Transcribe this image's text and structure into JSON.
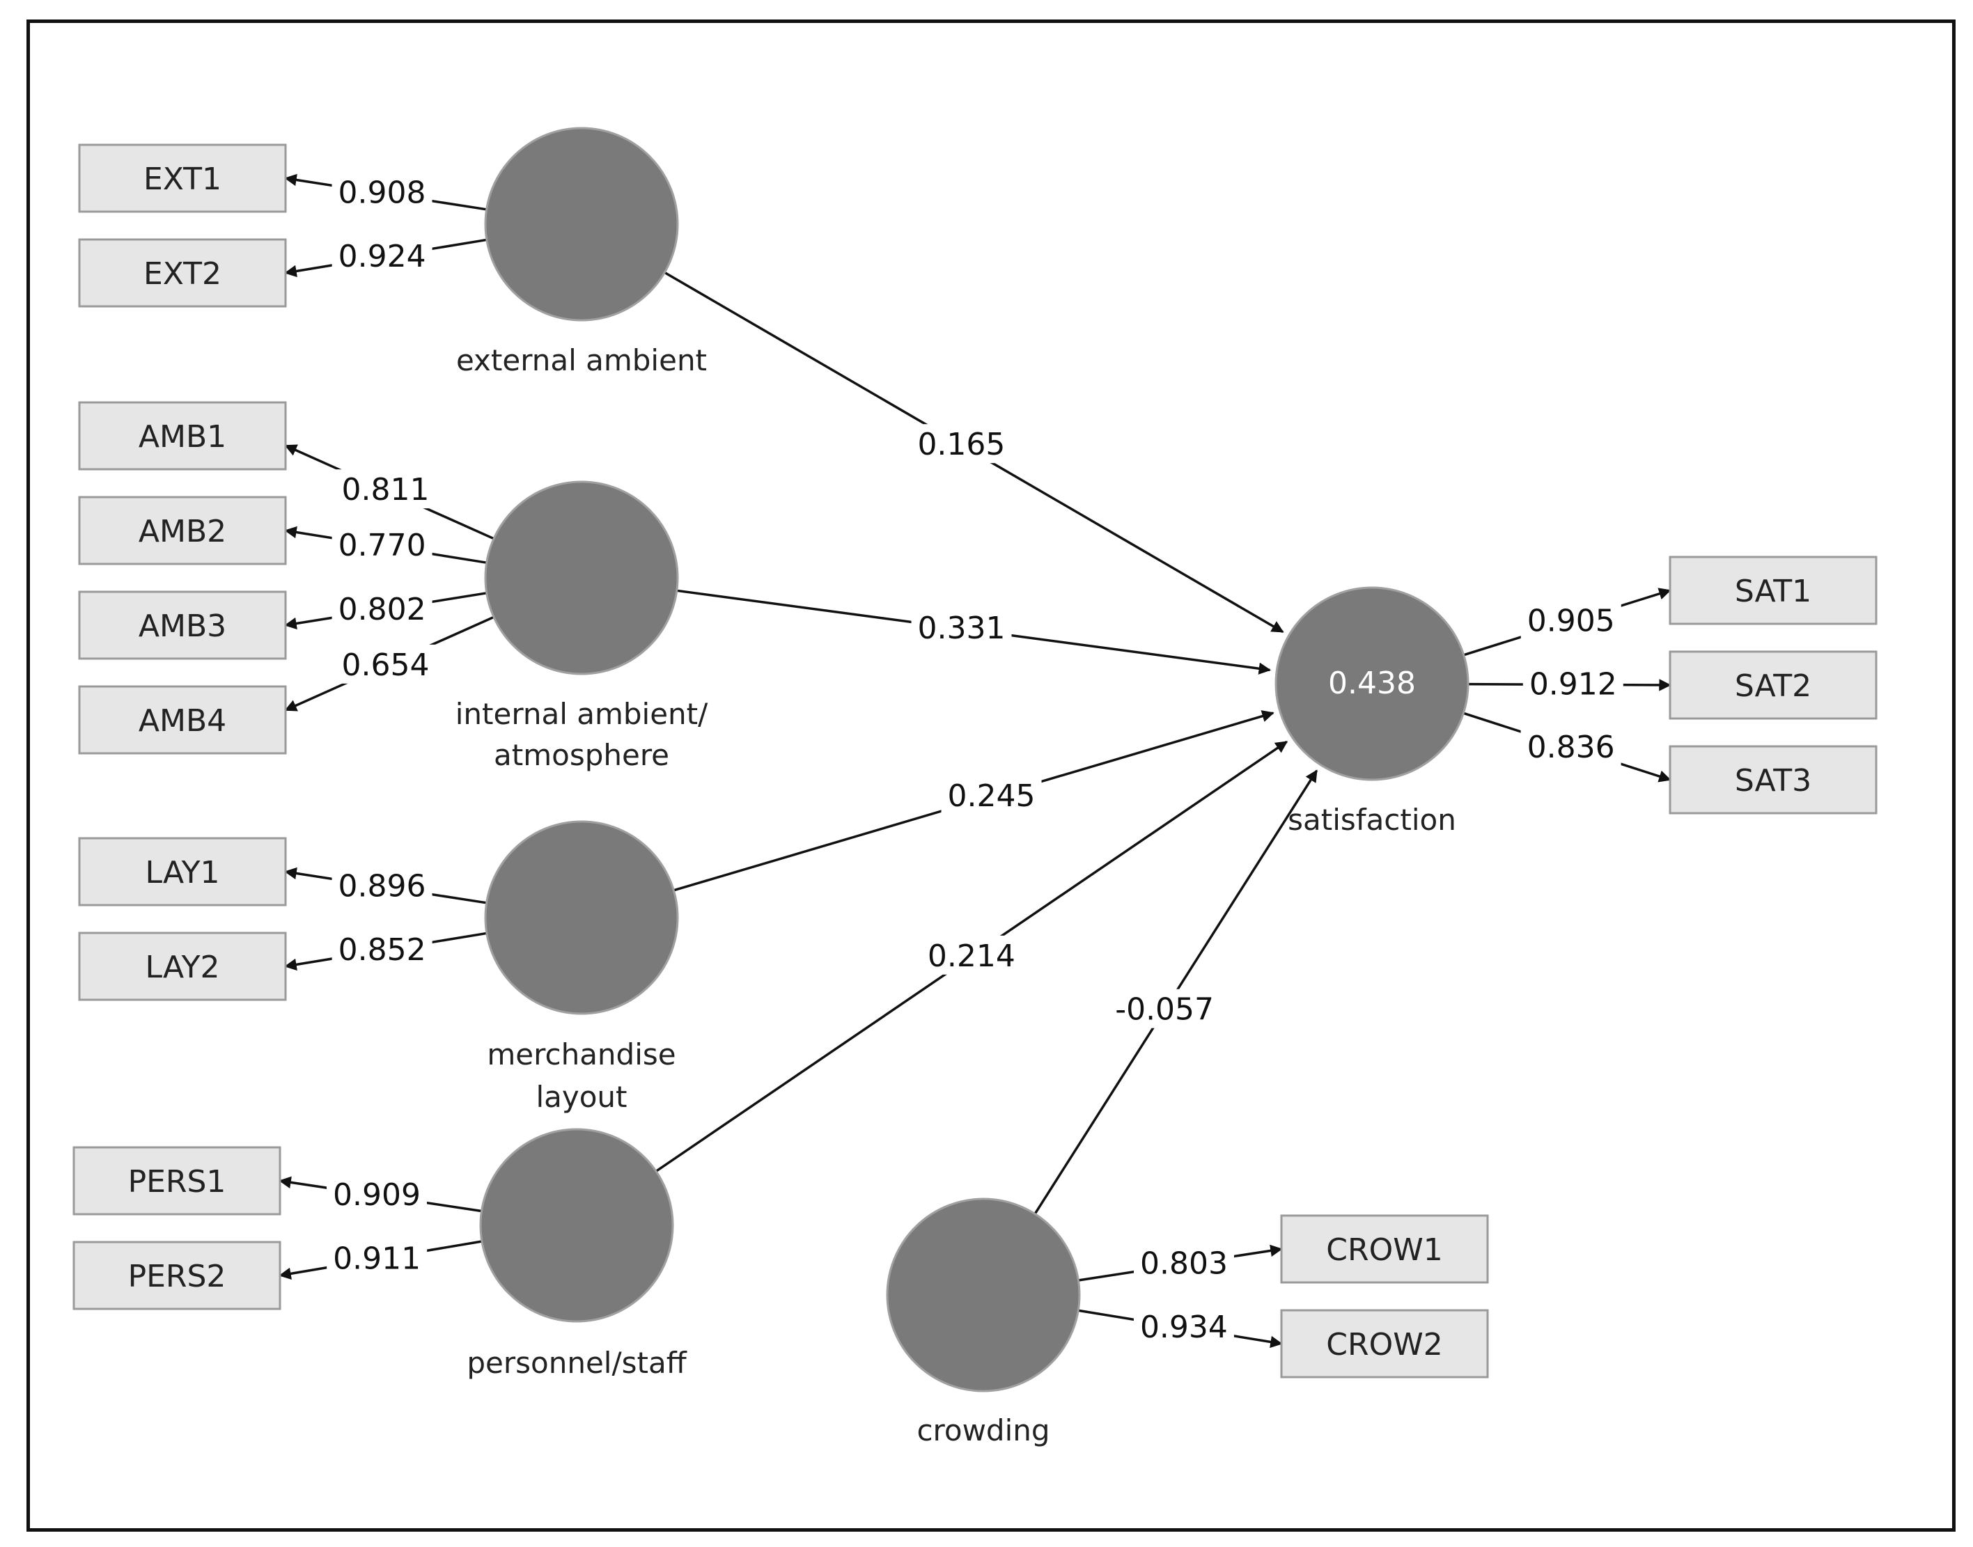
{
  "latents": {
    "ext": {
      "name_lines": [
        "external ambient"
      ]
    },
    "amb": {
      "name_lines": [
        "internal ambient/",
        "atmosphere"
      ]
    },
    "lay": {
      "name_lines": [
        "merchandise",
        "layout"
      ]
    },
    "pers": {
      "name_lines": [
        "personnel/staff"
      ]
    },
    "crow": {
      "name_lines": [
        "crowding"
      ]
    },
    "sat": {
      "name_lines": [
        "satisfaction"
      ],
      "r_squared": "0.438"
    }
  },
  "indicators": {
    "EXT1": "EXT1",
    "EXT2": "EXT2",
    "AMB1": "AMB1",
    "AMB2": "AMB2",
    "AMB3": "AMB3",
    "AMB4": "AMB4",
    "LAY1": "LAY1",
    "LAY2": "LAY2",
    "PERS1": "PERS1",
    "PERS2": "PERS2",
    "SAT1": "SAT1",
    "SAT2": "SAT2",
    "SAT3": "SAT3",
    "CROW1": "CROW1",
    "CROW2": "CROW2"
  },
  "outer_loadings": [
    {
      "latent": "ext",
      "indicator": "EXT1",
      "value": "0.908"
    },
    {
      "latent": "ext",
      "indicator": "EXT2",
      "value": "0.924"
    },
    {
      "latent": "amb",
      "indicator": "AMB1",
      "value": "0.811"
    },
    {
      "latent": "amb",
      "indicator": "AMB2",
      "value": "0.770"
    },
    {
      "latent": "amb",
      "indicator": "AMB3",
      "value": "0.802"
    },
    {
      "latent": "amb",
      "indicator": "AMB4",
      "value": "0.654"
    },
    {
      "latent": "lay",
      "indicator": "LAY1",
      "value": "0.896"
    },
    {
      "latent": "lay",
      "indicator": "LAY2",
      "value": "0.852"
    },
    {
      "latent": "pers",
      "indicator": "PERS1",
      "value": "0.909"
    },
    {
      "latent": "pers",
      "indicator": "PERS2",
      "value": "0.911"
    },
    {
      "latent": "sat",
      "indicator": "SAT1",
      "value": "0.905"
    },
    {
      "latent": "sat",
      "indicator": "SAT2",
      "value": "0.912"
    },
    {
      "latent": "sat",
      "indicator": "SAT3",
      "value": "0.836"
    },
    {
      "latent": "crow",
      "indicator": "CROW1",
      "value": "0.803"
    },
    {
      "latent": "crow",
      "indicator": "CROW2",
      "value": "0.934"
    }
  ],
  "path_coefficients": [
    {
      "from": "ext",
      "to": "sat",
      "value": "0.165"
    },
    {
      "from": "amb",
      "to": "sat",
      "value": "0.331"
    },
    {
      "from": "lay",
      "to": "sat",
      "value": "0.245"
    },
    {
      "from": "pers",
      "to": "sat",
      "value": "0.214"
    },
    {
      "from": "crow",
      "to": "sat",
      "value": "-0.057"
    }
  ]
}
